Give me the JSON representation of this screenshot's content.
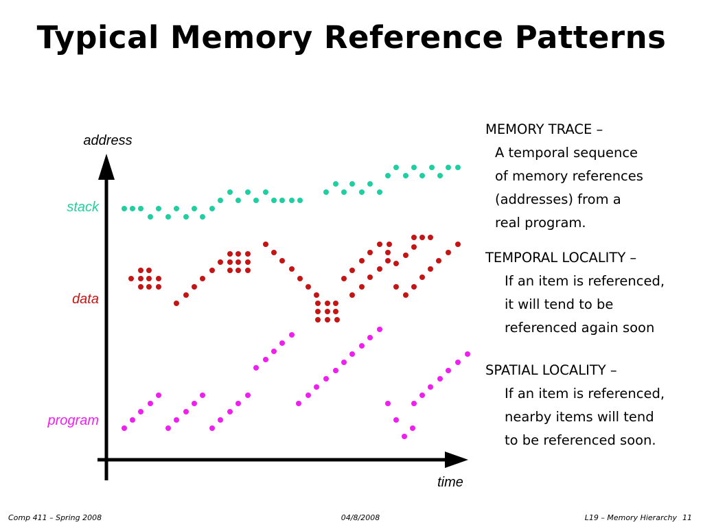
{
  "slide": {
    "title": "Typical Memory Reference Patterns"
  },
  "text": {
    "memory_trace": {
      "heading": "MEMORY TRACE –",
      "lines": [
        "A temporal sequence",
        "of memory references",
        "(addresses) from a",
        "real program."
      ]
    },
    "temporal_locality": {
      "heading": "TEMPORAL LOCALITY –",
      "lines": [
        "If an item is referenced,",
        "it will tend to be",
        "referenced again soon"
      ]
    },
    "spatial_locality": {
      "heading": "SPATIAL LOCALITY –",
      "lines": [
        "If an item is referenced,",
        "nearby items will tend",
        "to be referenced soon."
      ]
    }
  },
  "footer": {
    "left": "Comp 411 – Spring 2008",
    "center": "04/8/2008",
    "right": "L19 – Memory Hierarchy",
    "page": "11"
  },
  "colors": {
    "stack": "#1fcf9f",
    "data": "#c41414",
    "program": "#f01ef0",
    "axis": "#000000"
  },
  "chart_data": {
    "type": "scatter",
    "title": "",
    "xlabel": "time",
    "ylabel": "address",
    "xlim": [
      0,
      520
    ],
    "ylim": [
      0,
      440
    ],
    "grid": false,
    "series": [
      {
        "name": "stack",
        "points": [
          [
            26,
            366
          ],
          [
            38,
            366
          ],
          [
            50,
            366
          ],
          [
            64,
            354
          ],
          [
            76,
            366
          ],
          [
            90,
            354
          ],
          [
            102,
            366
          ],
          [
            116,
            354
          ],
          [
            128,
            366
          ],
          [
            140,
            354
          ],
          [
            154,
            366
          ],
          [
            166,
            378
          ],
          [
            180,
            390
          ],
          [
            192,
            378
          ],
          [
            206,
            390
          ],
          [
            218,
            378
          ],
          [
            232,
            390
          ],
          [
            244,
            378
          ],
          [
            256,
            378
          ],
          [
            270,
            378
          ],
          [
            282,
            378
          ],
          [
            320,
            390
          ],
          [
            334,
            402
          ],
          [
            346,
            390
          ],
          [
            358,
            402
          ],
          [
            372,
            390
          ],
          [
            384,
            402
          ],
          [
            398,
            390
          ],
          [
            410,
            414
          ],
          [
            422,
            426
          ],
          [
            436,
            414
          ],
          [
            448,
            426
          ],
          [
            460,
            414
          ],
          [
            474,
            426
          ],
          [
            486,
            414
          ],
          [
            498,
            426
          ],
          [
            512,
            426
          ]
        ]
      },
      {
        "name": "data",
        "points": [
          [
            36,
            264
          ],
          [
            50,
            276
          ],
          [
            62,
            276
          ],
          [
            62,
            264
          ],
          [
            76,
            264
          ],
          [
            76,
            252
          ],
          [
            62,
            252
          ],
          [
            50,
            264
          ],
          [
            50,
            252
          ],
          [
            102,
            228
          ],
          [
            116,
            240
          ],
          [
            128,
            252
          ],
          [
            140,
            264
          ],
          [
            154,
            276
          ],
          [
            166,
            288
          ],
          [
            180,
            300
          ],
          [
            180,
            288
          ],
          [
            180,
            276
          ],
          [
            192,
            288
          ],
          [
            192,
            276
          ],
          [
            192,
            300
          ],
          [
            206,
            288
          ],
          [
            206,
            276
          ],
          [
            206,
            300
          ],
          [
            232,
            314
          ],
          [
            244,
            302
          ],
          [
            256,
            290
          ],
          [
            270,
            278
          ],
          [
            282,
            264
          ],
          [
            294,
            252
          ],
          [
            306,
            240
          ],
          [
            308,
            228
          ],
          [
            308,
            216
          ],
          [
            308,
            204
          ],
          [
            322,
            228
          ],
          [
            322,
            216
          ],
          [
            322,
            204
          ],
          [
            334,
            216
          ],
          [
            334,
            228
          ],
          [
            336,
            204
          ],
          [
            358,
            240
          ],
          [
            372,
            252
          ],
          [
            384,
            266
          ],
          [
            398,
            278
          ],
          [
            410,
            290
          ],
          [
            410,
            302
          ],
          [
            412,
            314
          ],
          [
            422,
            252
          ],
          [
            436,
            240
          ],
          [
            448,
            252
          ],
          [
            460,
            266
          ],
          [
            472,
            278
          ],
          [
            484,
            290
          ],
          [
            498,
            302
          ],
          [
            512,
            314
          ],
          [
            346,
            264
          ],
          [
            358,
            276
          ],
          [
            372,
            290
          ],
          [
            384,
            302
          ],
          [
            398,
            314
          ],
          [
            422,
            286
          ],
          [
            436,
            298
          ],
          [
            448,
            310
          ],
          [
            448,
            324
          ],
          [
            460,
            324
          ],
          [
            472,
            324
          ]
        ]
      },
      {
        "name": "program",
        "points": [
          [
            26,
            46
          ],
          [
            38,
            58
          ],
          [
            50,
            70
          ],
          [
            64,
            82
          ],
          [
            76,
            94
          ],
          [
            90,
            46
          ],
          [
            102,
            58
          ],
          [
            116,
            70
          ],
          [
            128,
            82
          ],
          [
            140,
            94
          ],
          [
            154,
            46
          ],
          [
            166,
            58
          ],
          [
            180,
            70
          ],
          [
            192,
            82
          ],
          [
            206,
            94
          ],
          [
            218,
            134
          ],
          [
            232,
            146
          ],
          [
            244,
            158
          ],
          [
            256,
            170
          ],
          [
            270,
            182
          ],
          [
            280,
            82
          ],
          [
            294,
            94
          ],
          [
            306,
            106
          ],
          [
            320,
            118
          ],
          [
            334,
            130
          ],
          [
            346,
            142
          ],
          [
            358,
            154
          ],
          [
            372,
            166
          ],
          [
            384,
            178
          ],
          [
            398,
            190
          ],
          [
            410,
            82
          ],
          [
            422,
            58
          ],
          [
            434,
            34
          ],
          [
            446,
            46
          ],
          [
            448,
            82
          ],
          [
            460,
            94
          ],
          [
            472,
            106
          ],
          [
            486,
            118
          ],
          [
            498,
            130
          ],
          [
            512,
            142
          ],
          [
            526,
            154
          ]
        ]
      }
    ]
  }
}
